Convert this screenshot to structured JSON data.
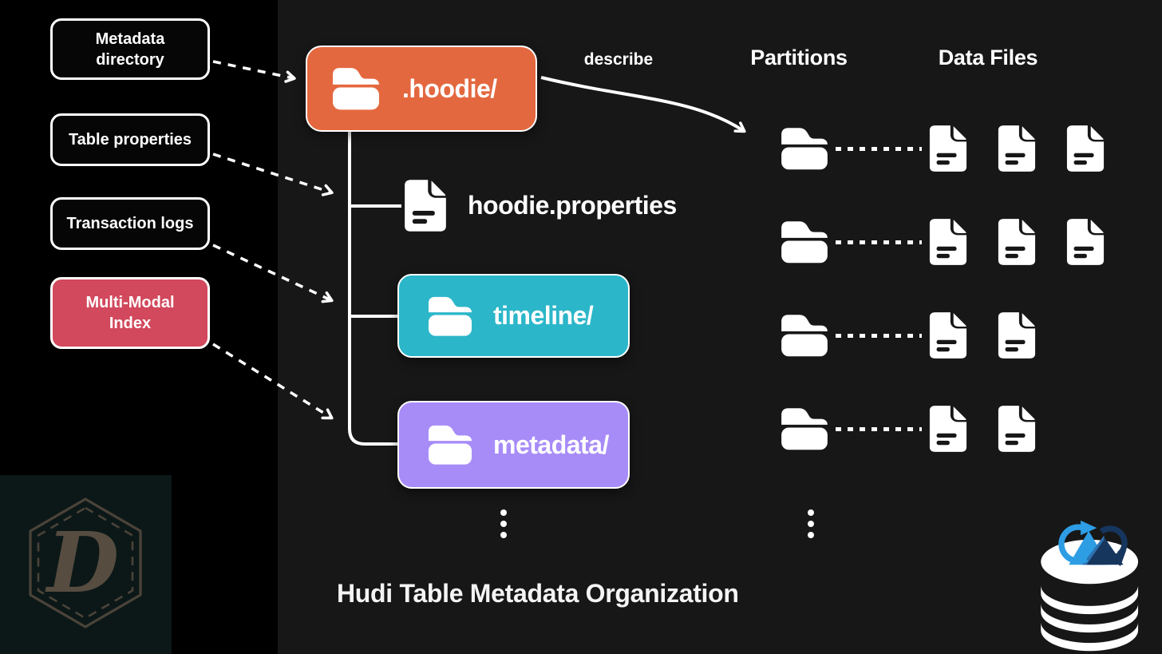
{
  "page": {
    "title": "Hudi Table Metadata Organization"
  },
  "left_panel": {
    "items": [
      {
        "label": "Metadata directory",
        "style": "outline"
      },
      {
        "label": "Table properties",
        "style": "outline"
      },
      {
        "label": "Transaction logs",
        "style": "outline"
      },
      {
        "label": "Multi-Modal Index",
        "style": "red"
      }
    ]
  },
  "tree": {
    "root": {
      "label": ".hoodie/",
      "icon": "folder-icon",
      "color": "#e4683f"
    },
    "children": [
      {
        "label": "hoodie.properties",
        "icon": "file-icon"
      },
      {
        "label": "timeline/",
        "icon": "folder-icon",
        "color": "#2bb6c9"
      },
      {
        "label": "metadata/",
        "icon": "folder-icon",
        "color": "#a78cf8"
      }
    ]
  },
  "describe": {
    "label": "describe"
  },
  "partitions": {
    "header": "Partitions",
    "rows": [
      {
        "files": 3
      },
      {
        "files": 3
      },
      {
        "files": 2
      },
      {
        "files": 2
      }
    ]
  },
  "data_files": {
    "header": "Data Files"
  },
  "colors": {
    "background": "#000000",
    "panel": "#171717",
    "hoodie_orange": "#e4683f",
    "timeline_teal": "#2bb6c9",
    "metadata_purple": "#a78cf8",
    "index_red": "#d2485c",
    "connector_white": "#ffffff"
  },
  "logos": {
    "bottom_left": "hexagon-d-monogram",
    "bottom_right": "hudi-database-logo"
  }
}
